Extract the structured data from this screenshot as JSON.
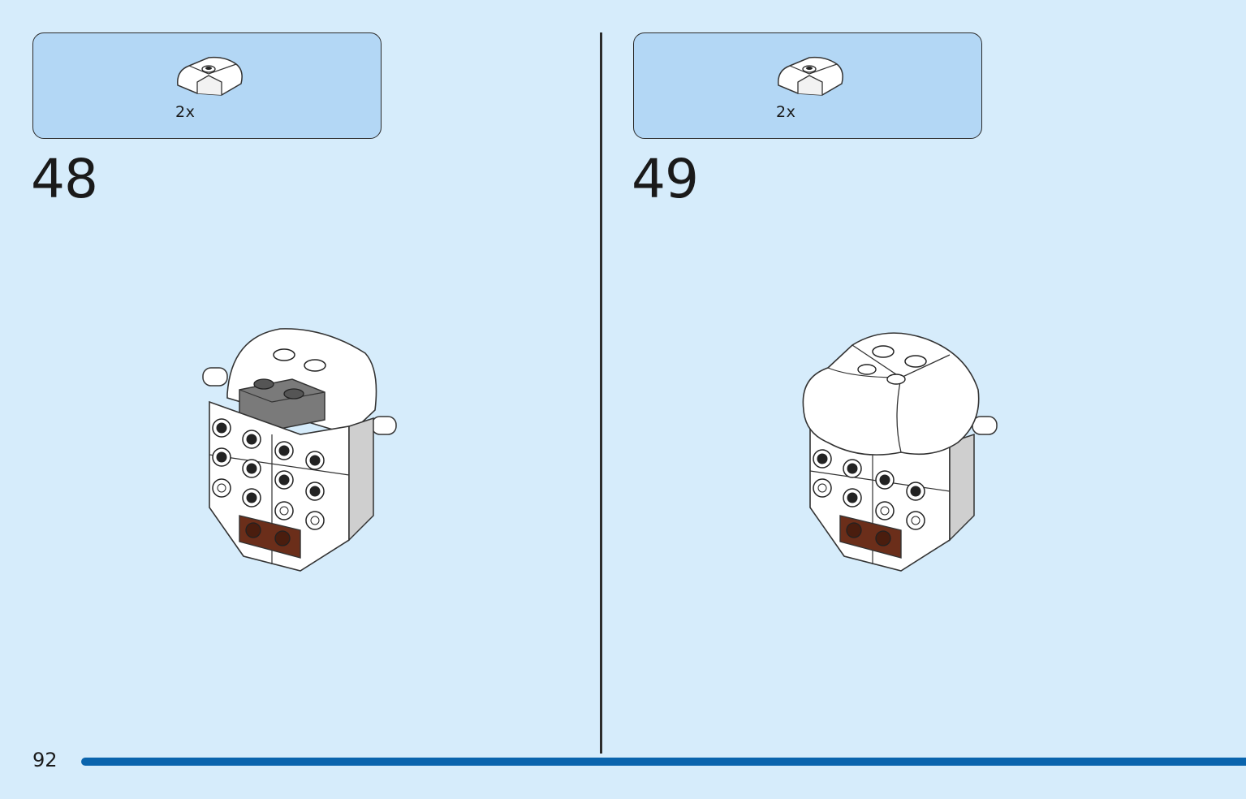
{
  "page_number": "92",
  "steps": [
    {
      "number": "48",
      "part_quantity": "2x",
      "part_icon": "white-curved-slope-brick-icon"
    },
    {
      "number": "49",
      "part_quantity": "2x",
      "part_icon": "white-curved-slope-brick-icon"
    }
  ],
  "colors": {
    "background": "#d6ecfb",
    "parts_box": "#b3d7f5",
    "footer_bar": "#0a64ad",
    "dark_gray_brick": "#6e6e6e",
    "brown_brick": "#6b2e1a"
  }
}
